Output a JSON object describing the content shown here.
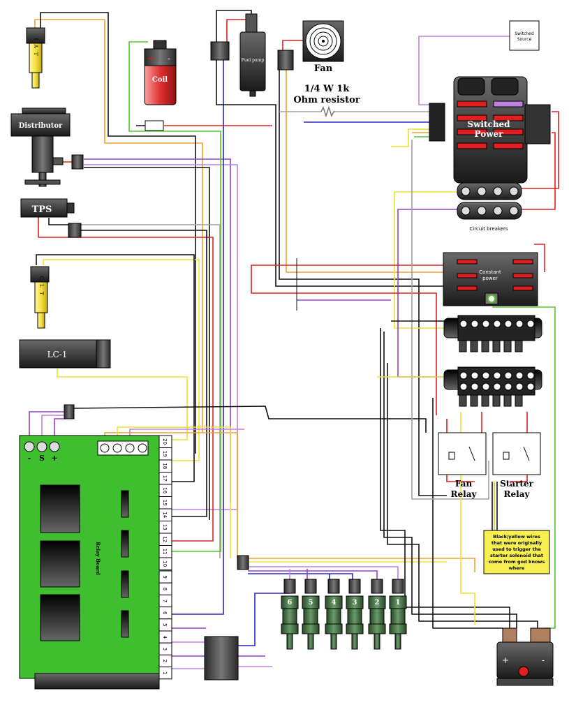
{
  "labels": {
    "iat": "I A T",
    "distributor": "Distributor",
    "tps": "TPS",
    "clt": "C L T",
    "lc1": "LC-1",
    "coil": "Coil",
    "coil_plus": "+",
    "coil_minus": "-",
    "fuel_pump": "Fuel pump",
    "fan": "Fan",
    "resistor_line1": "1/4 W 1k",
    "resistor_line2": "Ohm resistor",
    "switched_source_line1": "Switched",
    "switched_source_line2": "Source",
    "switched_power_line1": "Switched",
    "switched_power_line2": "Power",
    "circuit_breakers": "Circuit breakers",
    "constant_power_line1": "Constant",
    "constant_power_line2": "power",
    "fan_relay_line1": "Fan",
    "fan_relay_line2": "Relay",
    "starter_relay_line1": "Starter",
    "starter_relay_line2": "Relay",
    "note_line1": "Black/yellow wires",
    "note_line2": "that were originally",
    "note_line3": "used to trigger the",
    "note_line4": "starter solenoid that",
    "note_line5": "come from god knows",
    "note_line6": "where",
    "relay_board": "Relay Board",
    "term_minus": "-",
    "term_s": "S",
    "term_plus": "+",
    "battery_plus": "+",
    "battery_minus": "-"
  },
  "injectors": [
    "6",
    "5",
    "4",
    "3",
    "2",
    "1"
  ],
  "top_pins": [
    "20",
    "19",
    "18",
    "17",
    "16",
    "15",
    "14",
    "13",
    "12",
    "11",
    "10"
  ],
  "bottom_pins": [
    "9",
    "8",
    "7",
    "6",
    "5",
    "4",
    "3",
    "2",
    "1"
  ],
  "colors": {
    "board_green": "#3fbf2f",
    "red": "#e02020",
    "orange": "#f0a030",
    "yellow": "#f0e030",
    "green": "#50c830",
    "blue": "#2828c8",
    "purple": "#9040d0",
    "violet": "#c080e0",
    "gray": "#a0a0a0",
    "black": "#111111"
  }
}
